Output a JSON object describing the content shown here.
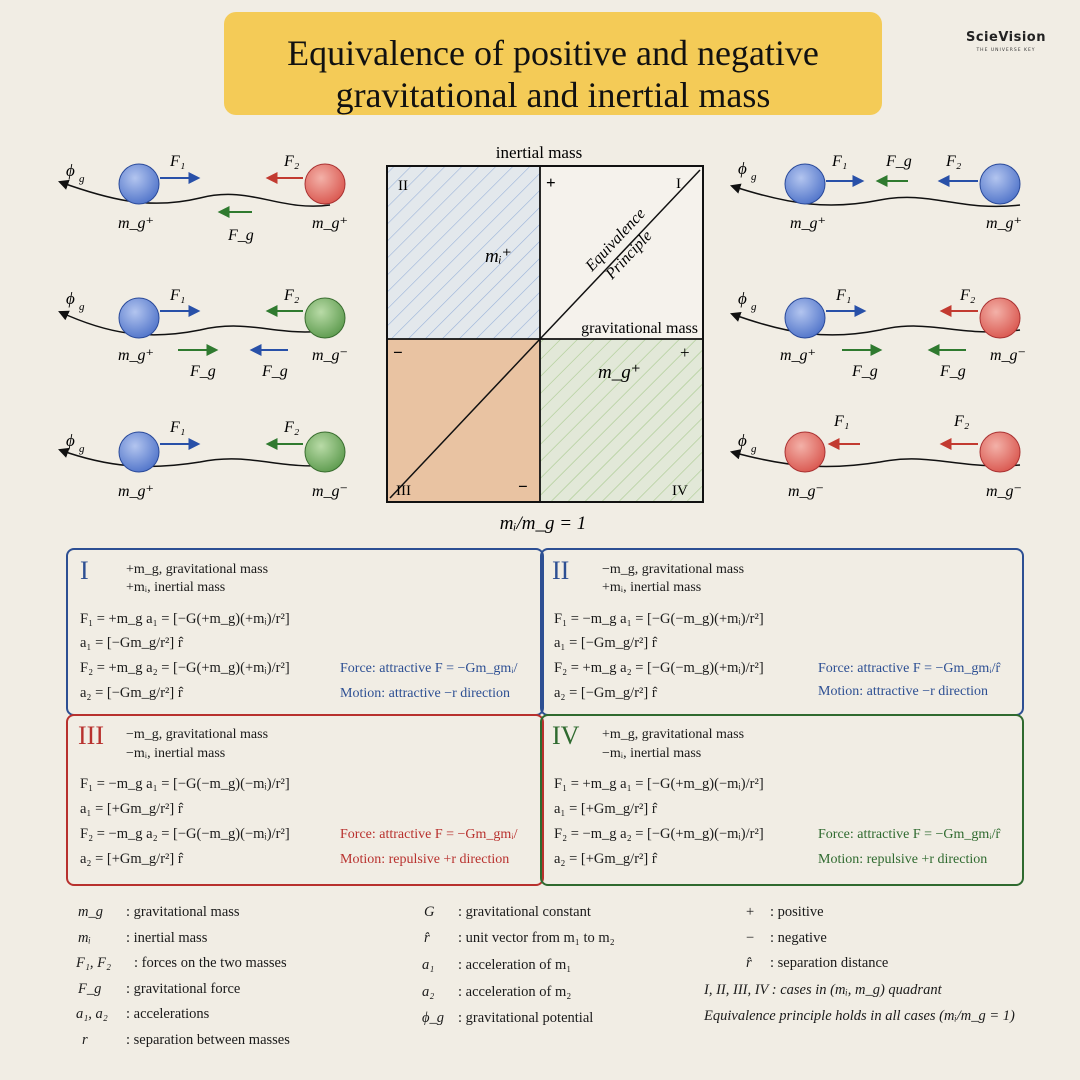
{
  "title": {
    "line1": "Equivalence of positive and negative",
    "line2": "gravitational and inertial mass"
  },
  "brand": {
    "name": "ScieVision",
    "tagline": "THE UNIVERSE KEY"
  },
  "diagram": {
    "y_axis_label": "inertial mass",
    "x_axis_label": "gravitational mass",
    "ratio_label": "mᵢ/m_g = 1",
    "diag_label_1": "Equivalence",
    "diag_label_2": "Principle",
    "mi_plus": "mᵢ⁺",
    "mg_plus": "m_g⁺",
    "quadrants": {
      "q1": "I",
      "q2": "II",
      "q3": "III",
      "q4": "IV"
    },
    "signs": {
      "plus": "+",
      "minus": "−"
    },
    "colors": {
      "q2": "#e3e8ec",
      "q3": "#e9c3a2",
      "q4": "#e2e8d8",
      "blue": "#5c7fd0",
      "red": "#e26161",
      "green": "#6ea55e"
    }
  },
  "scenarios": {
    "phi": "ϕ",
    "phi_sub": "g",
    "F1": "F₁",
    "F2": "F₂",
    "Fg": "F_g",
    "mg_plus": "m_g⁺",
    "mg_minus": "m_g⁻"
  },
  "boxes": [
    {
      "roman": "I",
      "color": "#2d4f93",
      "mass_g": "+m_g, gravitational mass",
      "mass_i": "+mᵢ, inertial mass",
      "eq1": "F₁ = +m_g a₁ = [−G(+m_g)(+mᵢ)/r²]",
      "eq2": "a₁ = [−Gm_g/r²] r̂",
      "eq3": "F₂ = +m_g a₂ = [−G(+m_g)(+mᵢ)/r²]",
      "eq4": "a₂ = [−Gm_g/r²] r̂",
      "force": "Force:  attractive  F = −Gm_gmᵢ/",
      "motion": "Motion:  attractive  −r direction"
    },
    {
      "roman": "II",
      "color": "#2d4f93",
      "mass_g": "−m_g, gravitational mass",
      "mass_i": "+mᵢ, inertial mass",
      "eq1": "F₁ = −m_g a₁ = [−G(−m_g)(+mᵢ)/r²]",
      "eq2": "a₁ = [−Gm_g/r²] r̂",
      "eq3": "F₂ = +m_g a₂ = [−G(−m_g)(+mᵢ)/r²]",
      "eq4": "a₂ = [−Gm_g/r²] r̂",
      "force": "Force:  attractive  F = −Gm_gmᵢ/r̂",
      "motion": "Motion:  attractive  −r direction"
    },
    {
      "roman": "III",
      "color": "#b8312e",
      "mass_g": "−m_g, gravitational mass",
      "mass_i": "−mᵢ, inertial mass",
      "eq1": "F₁ = −m_g a₁ = [−G(−m_g)(−mᵢ)/r²]",
      "eq2": "a₁ = [+Gm_g/r²] r̂",
      "eq3": "F₂ = −m_g a₂ = [−G(−m_g)(−mᵢ)/r²]",
      "eq4": "a₂ = [+Gm_g/r²] r̂",
      "force": "Force:  attractive  F = −Gm_gmᵢ/",
      "motion": "Motion:  repulsive  +r direction"
    },
    {
      "roman": "IV",
      "color": "#2f6a2f",
      "mass_g": "+m_g, gravitational mass",
      "mass_i": "−mᵢ, inertial mass",
      "eq1": "F₁ = +m_g a₁ = [−G(+m_g)(−mᵢ)/r²]",
      "eq2": "a₁ = [+Gm_g/r²] r̂",
      "eq3": "F₂ = −m_g a₂ = [−G(+m_g)(−mᵢ)/r²]",
      "eq4": "a₂ = [+Gm_g/r²] r̂",
      "force": "Force:  attractive  F = −Gm_gmᵢ/r̂",
      "motion": "Motion:  repulsive  +r direction"
    }
  ],
  "legend": {
    "col1": [
      {
        "sym": "m_g",
        "desc": ":   gravitational mass"
      },
      {
        "sym": "mᵢ",
        "desc": ":   inertial mass"
      },
      {
        "sym": "F₁, F₂",
        "desc": ":  forces on the two masses"
      },
      {
        "sym": "F_g",
        "desc": ":   gravitational force"
      },
      {
        "sym": "a₁, a₂",
        "desc": ":   accelerations"
      },
      {
        "sym": "r",
        "desc": ":   separation between masses"
      }
    ],
    "col2": [
      {
        "sym": "G",
        "desc": ":   gravitational constant"
      },
      {
        "sym": "r̂",
        "desc": ":   unit vector from m₁ to m₂"
      },
      {
        "sym": "a₁",
        "desc": ":   acceleration of m₁"
      },
      {
        "sym": "a₂",
        "desc": ":   acceleration of m₂"
      },
      {
        "sym": "ϕ_g",
        "desc": ":   gravitational potential"
      }
    ],
    "col3": [
      {
        "sym": "+",
        "desc": ":   positive"
      },
      {
        "sym": "−",
        "desc": ":   negative"
      },
      {
        "sym": "r̂",
        "desc": ":   separation distance"
      }
    ],
    "note1": "I, II, III, IV : cases in (mᵢ, m_g) quadrant",
    "note2": "Equivalence principle holds in all cases (mᵢ/m_g = 1)"
  }
}
